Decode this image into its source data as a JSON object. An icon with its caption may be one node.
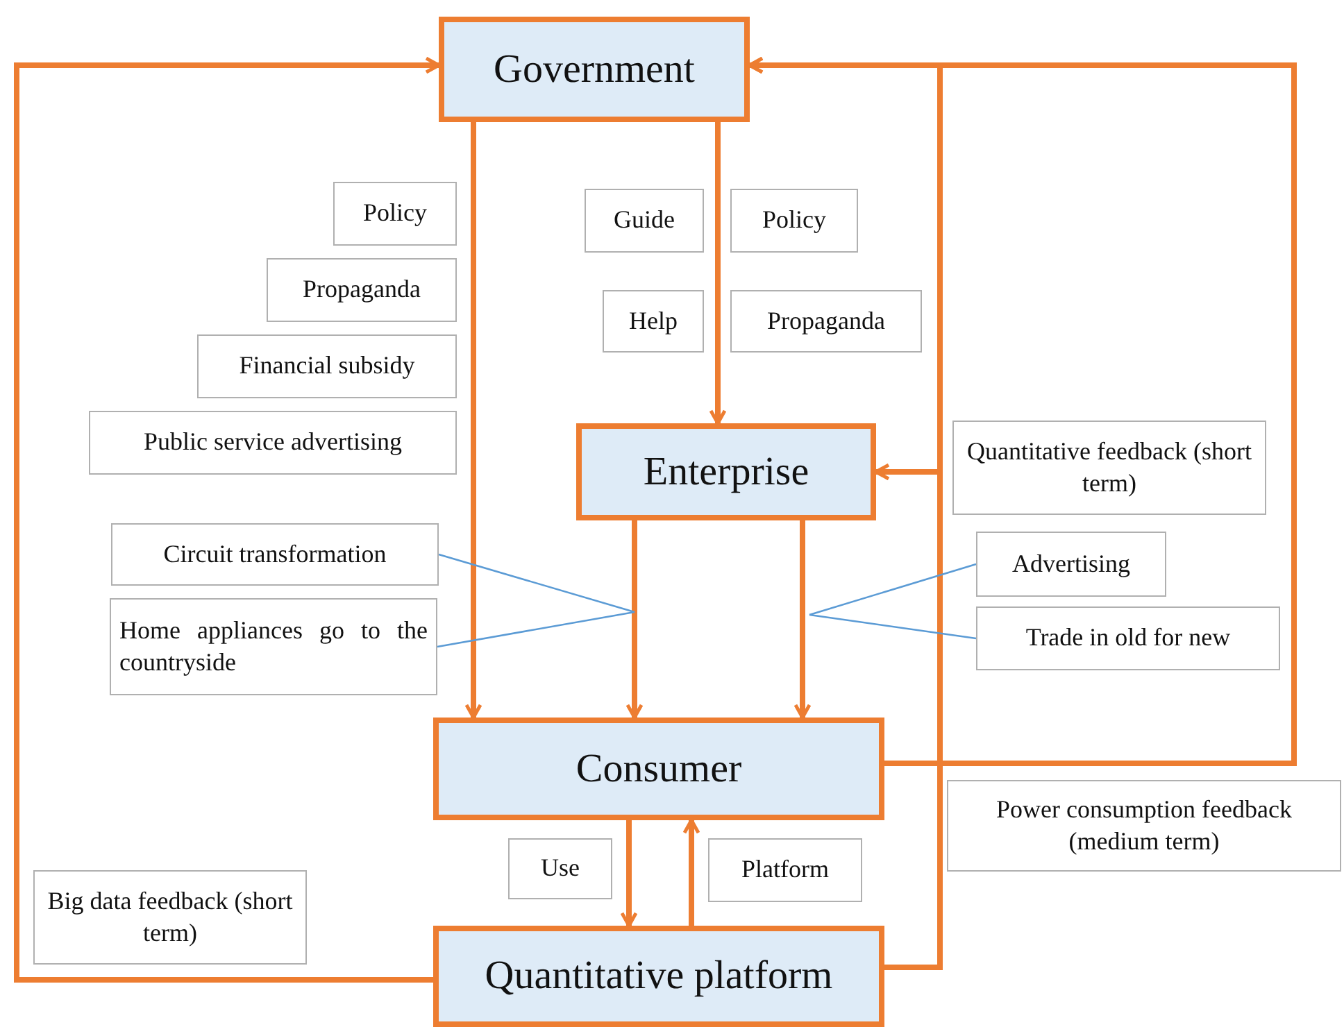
{
  "diagram": {
    "nodes": [
      {
        "text": [
          "Government"
        ]
      },
      {
        "text": [
          "Enterprise"
        ]
      },
      {
        "text": [
          "Consumer"
        ]
      },
      {
        "text": [
          "Quantitative platform"
        ]
      },
      {
        "text": [
          "Policy"
        ]
      },
      {
        "text": [
          "Propaganda"
        ]
      },
      {
        "text": [
          "Financial subsidy"
        ]
      },
      {
        "text": [
          "Public service advertising"
        ]
      },
      {
        "text": [
          "Guide"
        ]
      },
      {
        "text": [
          "Policy"
        ]
      },
      {
        "text": [
          "Help"
        ]
      },
      {
        "text": [
          "Propaganda"
        ]
      },
      {
        "text": [
          "Quantitative feedback (short term)"
        ]
      },
      {
        "text": [
          "Circuit transformation"
        ]
      },
      {
        "text": [
          "Home appliances go to the countryside"
        ]
      },
      {
        "text": [
          "Advertising"
        ]
      },
      {
        "text": [
          "Trade in old for new"
        ]
      },
      {
        "text": [
          "Use"
        ]
      },
      {
        "text": [
          "Platform"
        ]
      },
      {
        "text": [
          "Power consumption feedback (medium term)"
        ]
      },
      {
        "text": [
          "Big data feedback (short term)"
        ]
      }
    ],
    "edges": [
      {
        "from": 0,
        "to": 2,
        "arrow": "to"
      },
      {
        "from": 0,
        "to": 1,
        "arrow": "to"
      },
      {
        "from": 1,
        "to": 2,
        "arrow": "to"
      },
      {
        "from": 1,
        "to": 2,
        "arrow": "to"
      },
      {
        "from": 2,
        "to": 3,
        "arrow": "to"
      },
      {
        "from": 3,
        "to": 2,
        "arrow": "to"
      },
      {
        "from": 3,
        "to": 0,
        "arrow": "to"
      },
      {
        "from": 3,
        "to": 0,
        "arrow": "to"
      },
      {
        "from": 3,
        "to": 1,
        "arrow": "to"
      },
      {
        "from": 2,
        "to": 0,
        "arrow": "to"
      },
      {
        "from": 13,
        "to": null,
        "arrow": "none",
        "color": "#5b9bd5"
      },
      {
        "from": 14,
        "to": null,
        "arrow": "none",
        "color": "#5b9bd5"
      },
      {
        "from": 15,
        "to": null,
        "arrow": "none",
        "color": "#5b9bd5"
      },
      {
        "from": 16,
        "to": null,
        "arrow": "none",
        "color": "#5b9bd5"
      }
    ]
  }
}
